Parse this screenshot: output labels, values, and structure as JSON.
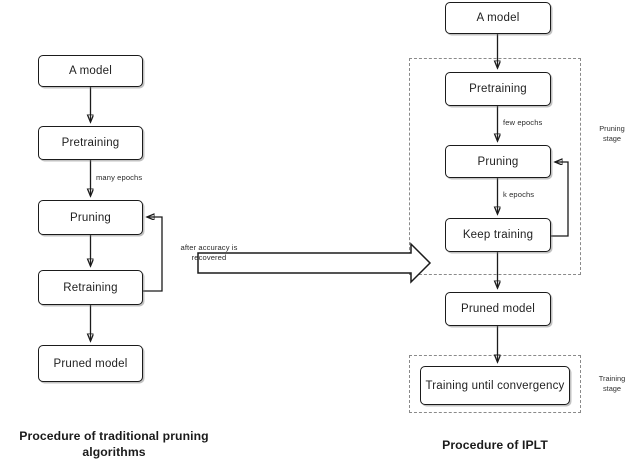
{
  "diagram": {
    "title_left": "Procedure of traditional pruning algorithms",
    "title_right": "Procedure of IPLT",
    "left_flow": {
      "nodes": [
        {
          "id": "a-model",
          "label": "A model"
        },
        {
          "id": "pretraining",
          "label": "Pretraining"
        },
        {
          "id": "pruning",
          "label": "Pruning"
        },
        {
          "id": "retraining",
          "label": "Retraining"
        },
        {
          "id": "pruned-model",
          "label": "Pruned model"
        }
      ],
      "edge_labels": [
        {
          "id": "many-epochs",
          "label": "many epochs"
        },
        {
          "id": "after-accuracy-recovered",
          "label": "after accuracy is recovered"
        }
      ]
    },
    "right_flow": {
      "nodes": [
        {
          "id": "a-model",
          "label": "A model"
        },
        {
          "id": "pretraining",
          "label": "Pretraining"
        },
        {
          "id": "pruning",
          "label": "Pruning"
        },
        {
          "id": "keep-training",
          "label": "Keep training"
        },
        {
          "id": "pruned-model",
          "label": "Pruned model"
        },
        {
          "id": "training-until-convergency",
          "label": "Training until convergency"
        }
      ],
      "edge_labels": [
        {
          "id": "few-epochs",
          "label": "few epochs"
        },
        {
          "id": "k-epochs",
          "label": "k epochs"
        }
      ],
      "stages": [
        {
          "id": "pruning-stage",
          "line1": "Pruning",
          "line2": "stage"
        },
        {
          "id": "training-stage",
          "line1": "Training",
          "line2": "stage"
        }
      ]
    },
    "transition_arrow": {
      "name": "left-to-right-transition-arrow"
    },
    "colors": {
      "stroke": "#1b1b1b",
      "dashed": "#8a8a8a",
      "background": "#ffffff"
    }
  }
}
